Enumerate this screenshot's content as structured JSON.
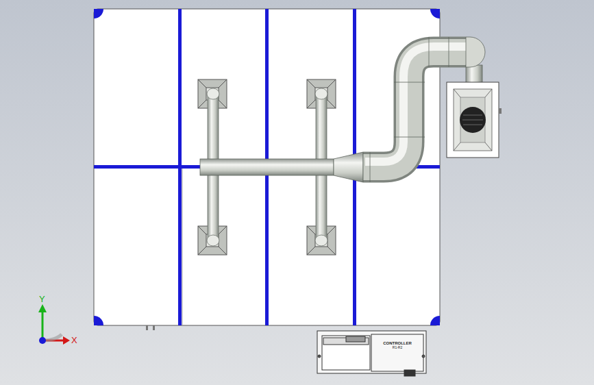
{
  "diagram": {
    "nodes": [
      {
        "text": [
          "CONTROLLER",
          "R1-R2"
        ]
      }
    ],
    "labels": [
      "Y",
      "X"
    ]
  }
}
